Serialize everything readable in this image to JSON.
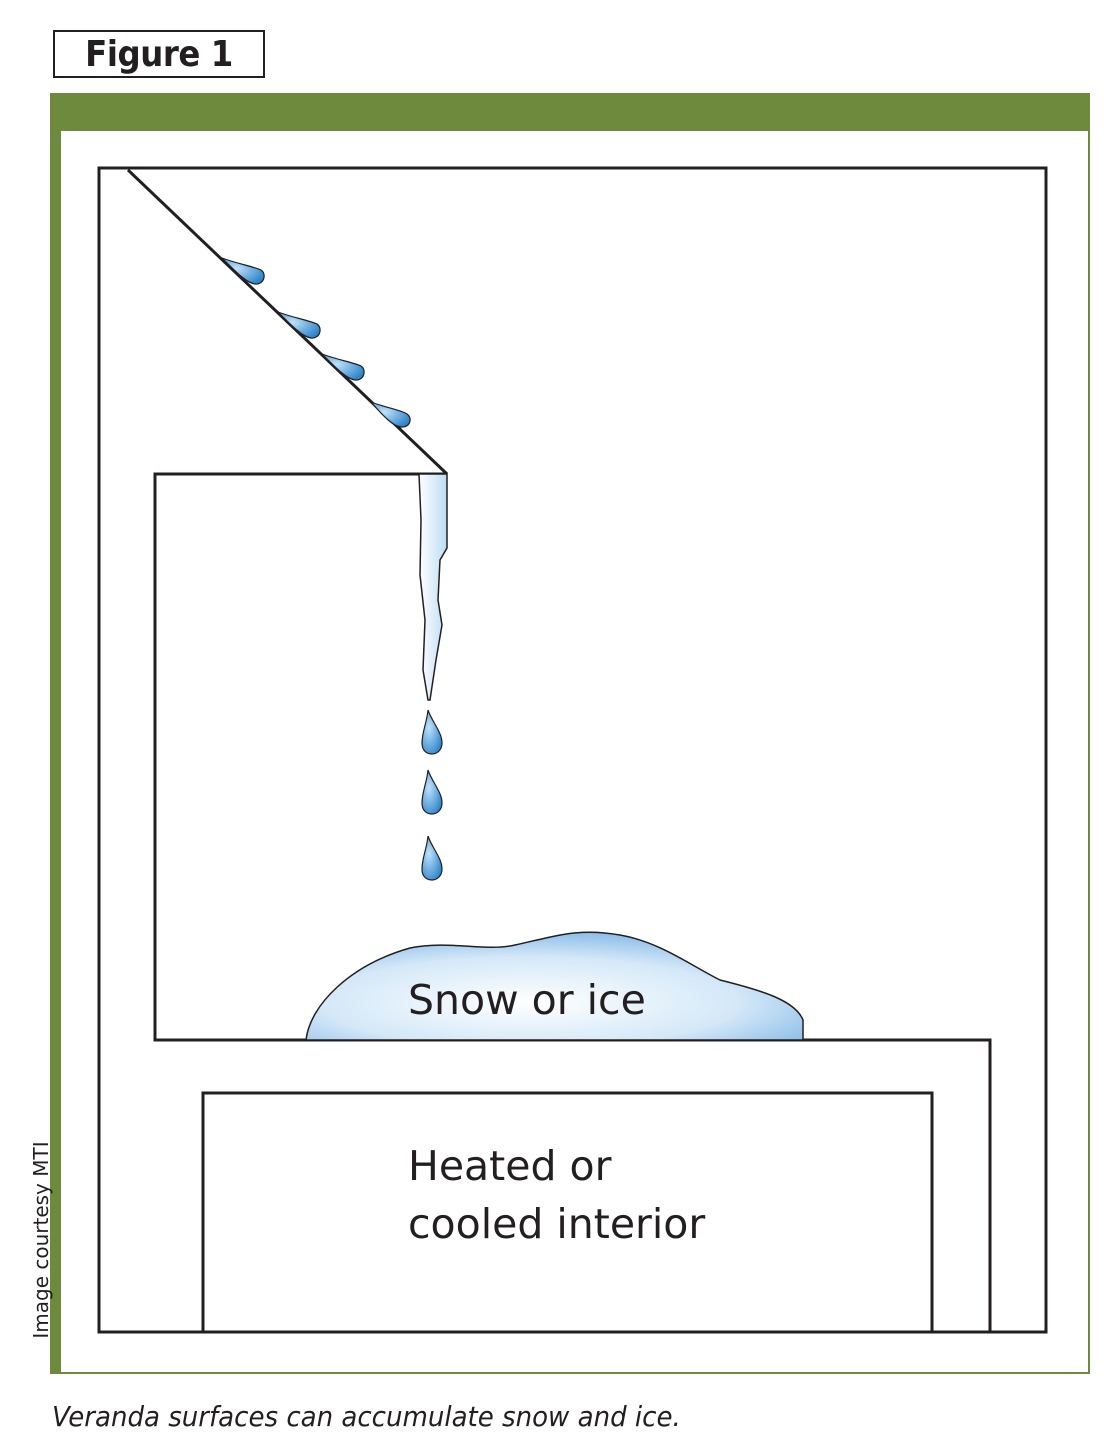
{
  "figure": {
    "label": "Figure 1",
    "caption": "Veranda surfaces can accumulate snow and ice.",
    "credit": "Image courtesy MTI"
  },
  "diagram": {
    "snow_label": "Snow or ice",
    "interior_label_line1": "Heated or",
    "interior_label_line2": "cooled interior"
  },
  "colors": {
    "frame_green": "#6e8b3d",
    "line": "#231f20",
    "water_blue": "#3e94d1",
    "ice_light": "#e6f1fb",
    "ice_dark": "#8fc0e8"
  }
}
